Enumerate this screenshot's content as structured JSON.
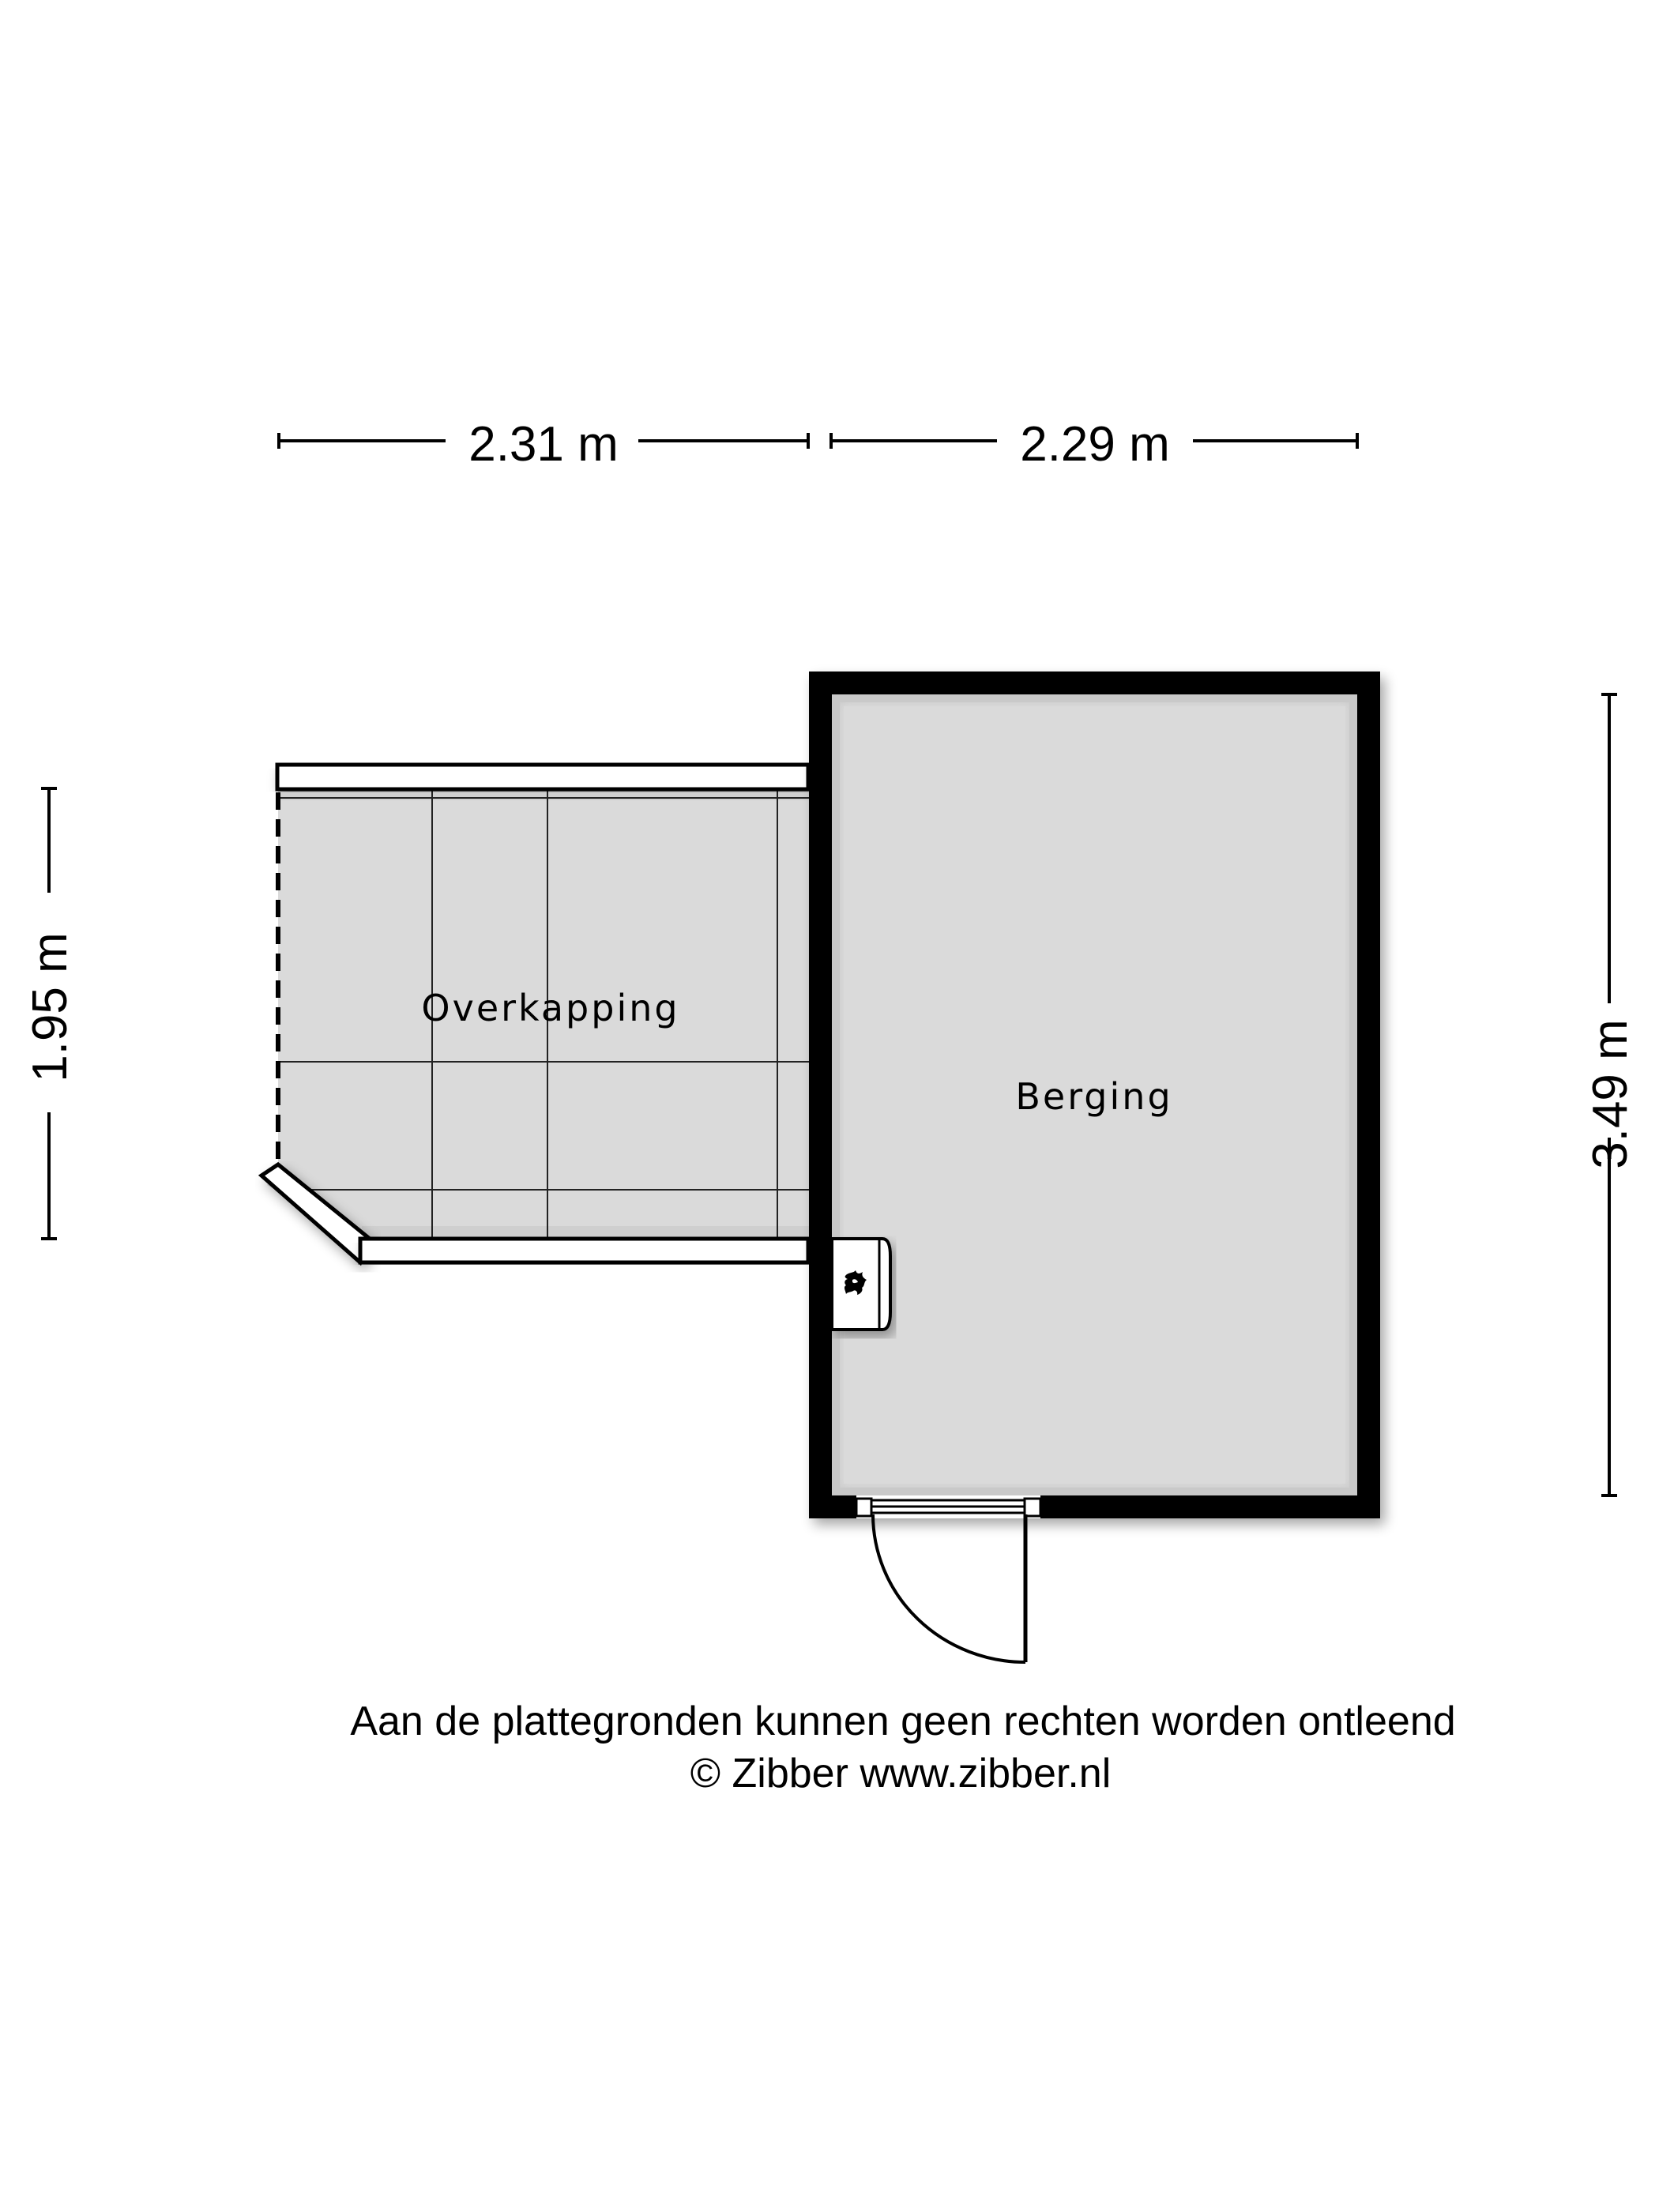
{
  "plan": {
    "rooms": [
      {
        "id": "overkapping",
        "label": "Overkapping"
      },
      {
        "id": "berging",
        "label": "Berging"
      }
    ],
    "dimensions": {
      "top_left": "2.31 m",
      "top_right": "2.29 m",
      "left": "1.95 m",
      "right": "3.49 m"
    },
    "symbols": {
      "boiler": "flame-icon",
      "door": "door-swing"
    },
    "colors": {
      "floor": "#dadada",
      "wall": "#000000",
      "beam": "#ffffff",
      "background": "#ffffff"
    }
  },
  "footer": {
    "disclaimer": "Aan de plattegronden kunnen geen rechten worden ontleend",
    "copyright": "© Zibber www.zibber.nl"
  }
}
